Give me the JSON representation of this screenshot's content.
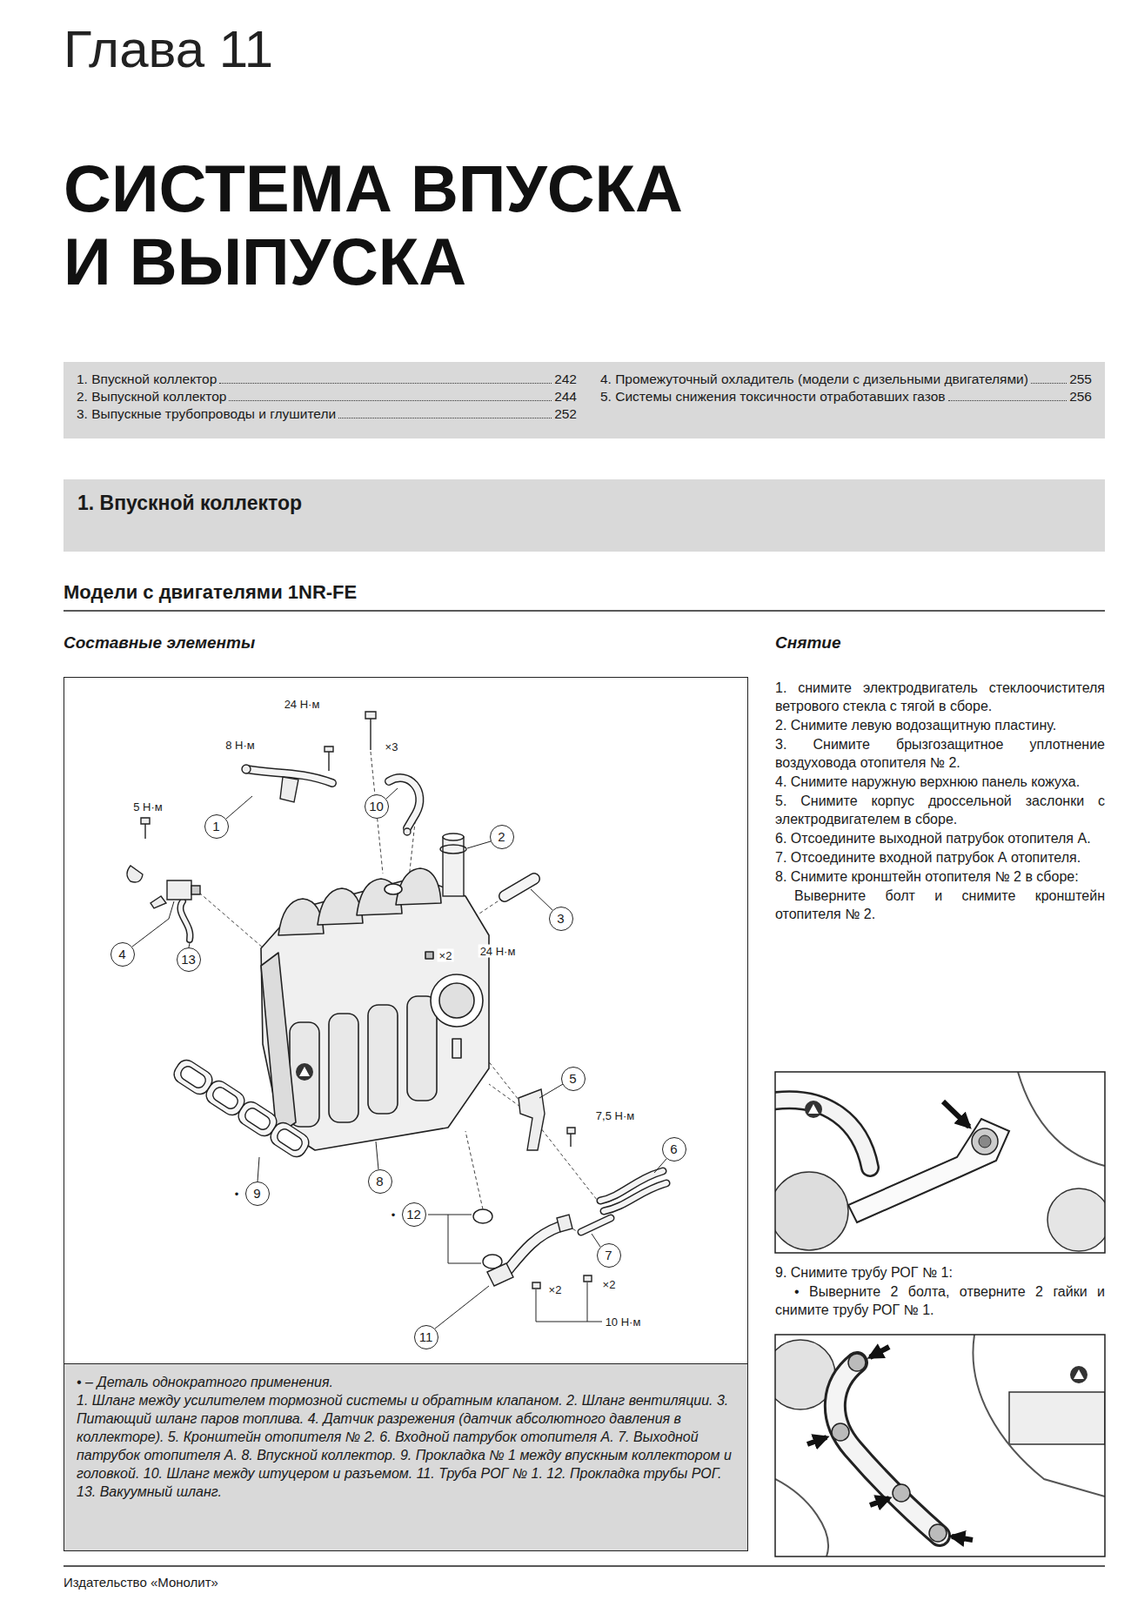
{
  "diagram": {
    "title": "СИСТЕМА ВПУСКА И ВЫПУСКА",
    "nodes": [
      {
        "text": [
          "1. Впускной коллектор",
          "242",
          "2. Выпускной коллектор",
          "244",
          "3. Выпускные трубопроводы и глушители",
          "252",
          "4. Промежуточный охладитель (модели с дизельными двигателями)",
          "255",
          "5. Системы снижения токсичности отработавших газов",
          "256"
        ]
      },
      {
        "text": [
          "1. Впускной коллектор"
        ]
      },
      {
        "text": [
          "• – Деталь однократного применения.",
          "1. Шланг между усилителем тормозной системы и обратным клапаном. 2. Шланг вентиляции. 3. Питающий шланг паров топлива. 4. Датчик разрежения (датчик абсолютного давления в коллекторе). 5. Кронштейн отопителя № 2. 6. Входной патрубок отопителя А. 7. Выходной патрубок отопителя А. 8. Впускной коллектор. 9. Прокладка № 1 между впускным коллектором и головкой. 10. Шланг между штуцером и разъемом. 11. Труба РОГ № 1. 12. Прокладка трубы РОГ. 13. Вакуумный шланг."
        ]
      },
      {
        "text": [
          "1"
        ],
        "in": 2
      },
      {
        "text": [
          "2"
        ],
        "in": 2
      },
      {
        "text": [
          "3"
        ],
        "in": 2
      },
      {
        "text": [
          "4"
        ],
        "in": 2
      },
      {
        "text": [
          "5"
        ],
        "in": 2
      },
      {
        "text": [
          "6"
        ],
        "in": 2
      },
      {
        "text": [
          "7"
        ],
        "in": 2
      },
      {
        "text": [
          "8"
        ],
        "in": 2
      },
      {
        "text": [
          "9"
        ],
        "in": 2
      },
      {
        "text": [
          "10"
        ],
        "in": 2
      },
      {
        "text": [
          "11"
        ],
        "in": 2
      },
      {
        "text": [
          "12"
        ],
        "in": 2
      },
      {
        "text": [
          "13"
        ],
        "in": 2
      }
    ],
    "labels": [
      "Глава 11",
      "Модели с двигателями 1NR-FE",
      "Составные элементы",
      "Снятие",
      "24 Н·м",
      "8 Н·м",
      "×3",
      "5 Н·м",
      "×2",
      "24 Н·м",
      "7,5 Н·м",
      "•",
      "•",
      "×2",
      "×2",
      "10 Н·м",
      "1. снимите электродвигатель стеклоочистителя ветрового стекла с тягой в сборе.",
      "2. Снимите левую водозащитную пластину.",
      "3. Снимите брызгозащитное уплотнение воздуховода отопителя № 2.",
      "4. Снимите наружную верхнюю панель кожуха.",
      "5. Снимите корпус дроссельной заслонки с электродвигателем в сборе.",
      "6. Отсоедините выходной патрубок отопителя А.",
      "7. Отсоедините входной патрубок А отопителя.",
      "8. Снимите кронштейн отопителя № 2 в сборе:",
      "Выверните болт и снимите кронштейн отопителя № 2.",
      "9. Снимите трубу РОГ № 1:",
      "• Выверните 2 болта, отверните 2 гайки и снимите трубу РОГ № 1.",
      "Издательство «Монолит»"
    ]
  }
}
